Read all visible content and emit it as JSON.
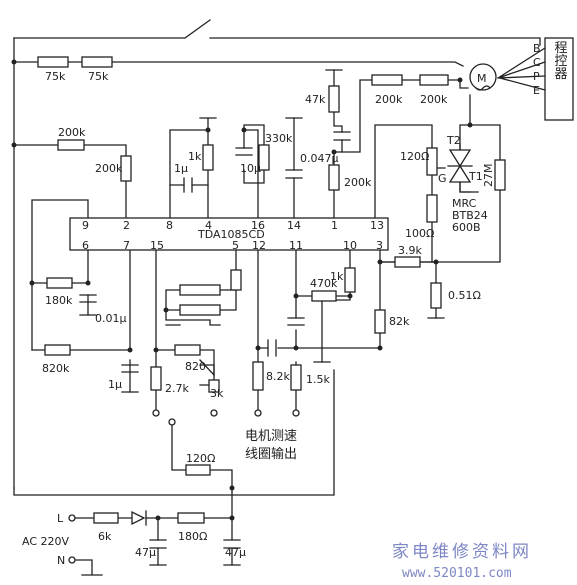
{
  "ic": {
    "name": "TDA1085CD",
    "pins_top": [
      "9",
      "2",
      "8",
      "4",
      "16",
      "14",
      "1",
      "13"
    ],
    "pins_bottom": [
      "6",
      "7",
      "15",
      "5",
      "12",
      "11",
      "10",
      "3"
    ]
  },
  "controller": {
    "label": "程控器",
    "terminals": [
      "B",
      "C",
      "P",
      "E"
    ]
  },
  "motor": {
    "symbol": "M"
  },
  "triac": {
    "name": "MRC",
    "part": "BTB24",
    "rating": "600B",
    "t2": "T2",
    "t1": "T1",
    "gate": "G"
  },
  "resistors": {
    "r_75k_a": "75k",
    "r_75k_b": "75k",
    "r_200k_top": "200k",
    "r_200k_pin2": "200k",
    "r_47k": "47k",
    "r_200k_m1": "200k",
    "r_200k_m2": "200k",
    "r_200k_pin1": "200k",
    "r_1k_pin8": "1k",
    "r_330k": "330k",
    "r_120_gate": "120Ω",
    "r_27m": "27M",
    "r_100_gate": "100Ω",
    "r_3_9k": "3.9k",
    "r_0_51": "0.51Ω",
    "r_180k": "180k",
    "r_820k": "820k",
    "r_470k": "470k",
    "r_1k_pin10": "1k",
    "r_82k": "82k",
    "r_820": "820",
    "r_2_7k": "2.7k",
    "r_3k": "3k",
    "r_8_2k": "8.2k",
    "r_1_5k": "1.5k",
    "r_120_bottom": "120Ω",
    "r_6k": "6k",
    "r_180_supply": "180Ω"
  },
  "capacitors": {
    "c_1u_pin8": "1μ",
    "c_10u": "10μ",
    "c_0_047u": "0.047μ",
    "c_0_01u": "0.01μ",
    "c_1u_pin7": "1μ",
    "c_47u_a": "47μ",
    "c_47u_b": "47μ"
  },
  "terminals": {
    "line": "L",
    "neutral": "N",
    "ac": "AC 220V"
  },
  "annotations": {
    "tacho_line1": "电机测速",
    "tacho_line2": "线圈输出"
  },
  "watermark": {
    "text": "家电维修资料网",
    "url": "www.520101.com"
  }
}
